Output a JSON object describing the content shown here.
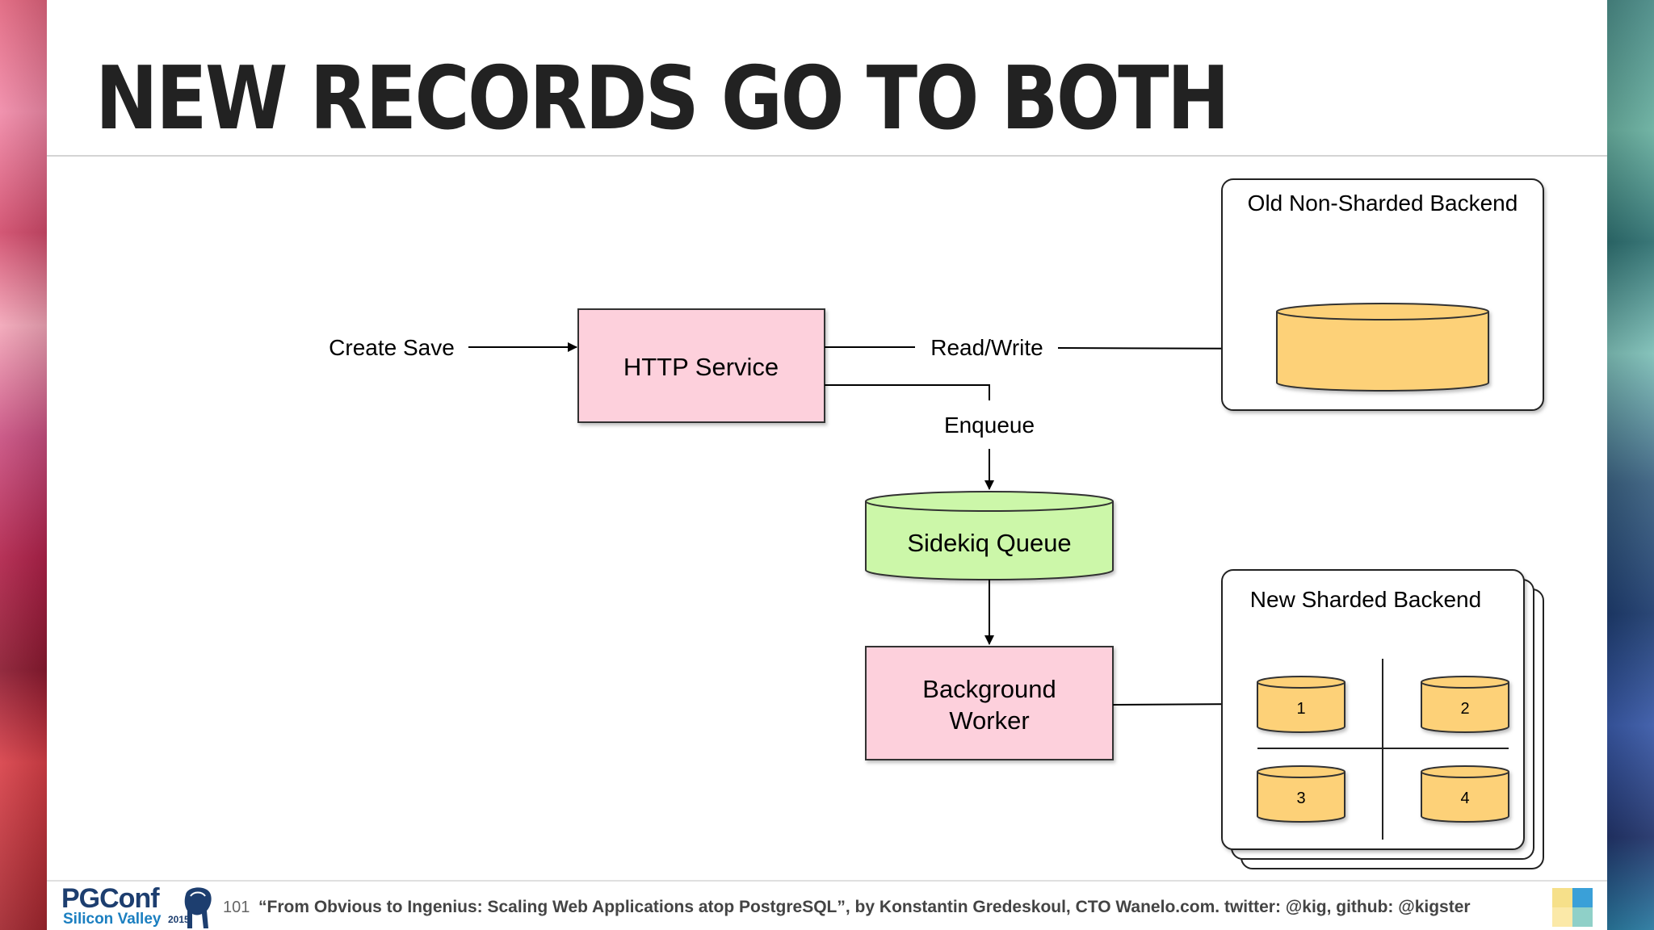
{
  "slide": {
    "title": "NEW RECORDS GO TO BOTH"
  },
  "diagram": {
    "create_save": "Create Save",
    "http_service": "HTTP Service",
    "read_write": "Read/Write",
    "enqueue": "Enqueue",
    "sidekiq_queue": "Sidekiq Queue",
    "background_worker_line1": "Background",
    "background_worker_line2": "Worker",
    "old_backend": "Old Non-Sharded Backend",
    "new_backend": "New Sharded Backend",
    "shards": [
      "1",
      "2",
      "3",
      "4"
    ]
  },
  "footer": {
    "logo_main": "PGConf",
    "logo_sub": "Silicon Valley",
    "logo_year": "2015",
    "slide_number": "101",
    "citation": "“From Obvious to Ingenius: Scaling Web Applications atop PostgreSQL”, by Konstantin Gredeskoul, CTO Wanelo.com. twitter: @kig, github: @kigster"
  },
  "colors": {
    "pink_box": "#fdd0dc",
    "green_queue": "#ccf7a9",
    "orange_db": "#fdd178",
    "title_text": "#222222",
    "logo_blue": "#1d3e6f"
  }
}
